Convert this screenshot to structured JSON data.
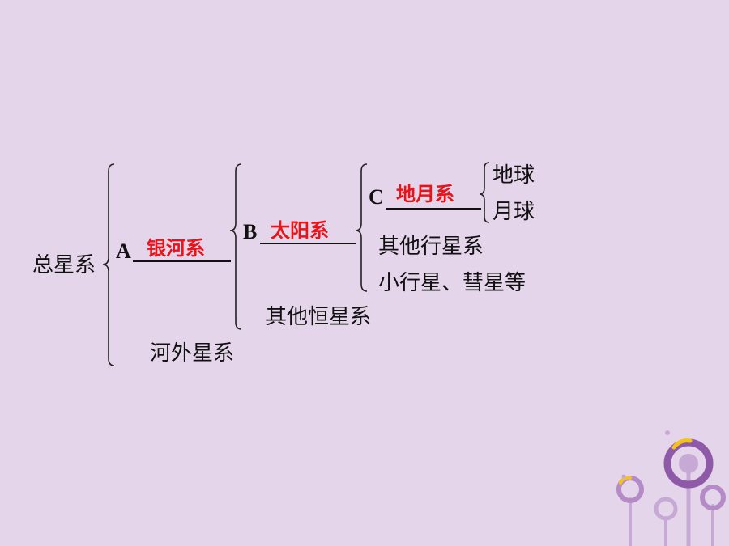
{
  "root": "总星系",
  "level1": {
    "label": "A",
    "answer": "银河系",
    "other": "河外星系"
  },
  "level2": {
    "label": "B",
    "answer": "太阳系",
    "other": "其他恒星系"
  },
  "level3": {
    "label": "C",
    "answer": "地月系",
    "others": [
      "其他行星系",
      "小行星、彗星等"
    ]
  },
  "level4": {
    "items": [
      "地球",
      "月球"
    ]
  },
  "colors": {
    "background": "#e5d5ea",
    "answer": "#e8141a",
    "decoration": "#8e5aa8"
  }
}
